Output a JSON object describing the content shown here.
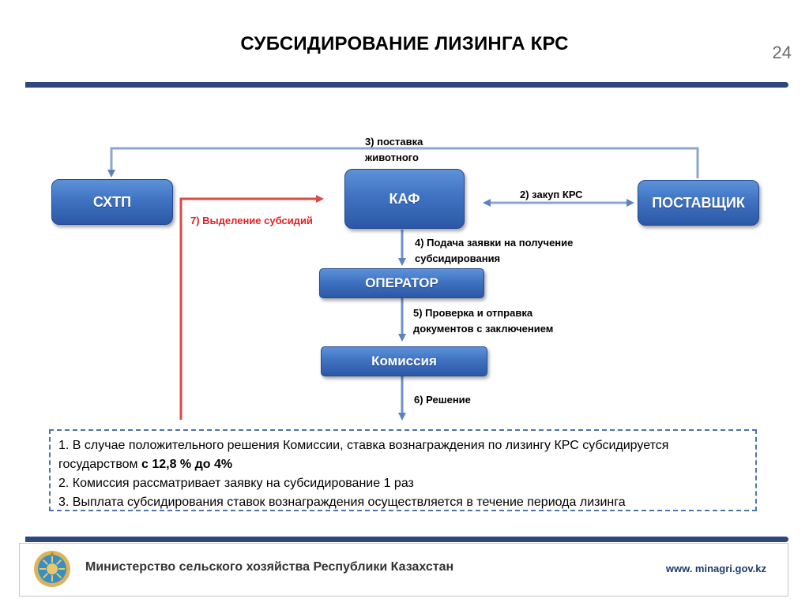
{
  "slide": {
    "title": "СУБСИДИРОВАНИЕ ЛИЗИНГА КРС",
    "page_number": "24"
  },
  "nodes": {
    "skhtp": "СХТП",
    "kaf": "КАФ",
    "supplier": "ПОСТАВЩИК",
    "operator": "ОПЕРАТОР",
    "commission": "Комиссия"
  },
  "edges": {
    "step2": "2) закуп КРС",
    "step3_line1": "3) поставка",
    "step3_line2": "животного",
    "step4_line1": "4) Подача заявки на получение",
    "step4_line2": "субсидирования",
    "step5_line1": "5) Проверка и отправка",
    "step5_line2": "документов с заключением",
    "step6": "6) Решение",
    "step7": "7) Выделение субсидий"
  },
  "notes": {
    "line1_part1": "1. В случае положительного решения Комиссии, ставка вознаграждения по лизингу КРС субсидируется государством ",
    "line1_bold": "с 12,8 % до 4%",
    "line2": "2. Комиссия рассматривает заявку на субсидирование 1 раз",
    "line3": "3. Выплата субсидирования ставок вознаграждения осуществляется в течение периода лизинга"
  },
  "footer": {
    "ministry": "Министерство сельского хозяйства Республики Казахстан",
    "website": "www. minagri.gov.kz"
  },
  "colors": {
    "accent_bar": "#2e4780",
    "node_blue": "#3f73c2",
    "arrow_blue": "#5b82c1",
    "subsidy_red": "#e02020"
  }
}
